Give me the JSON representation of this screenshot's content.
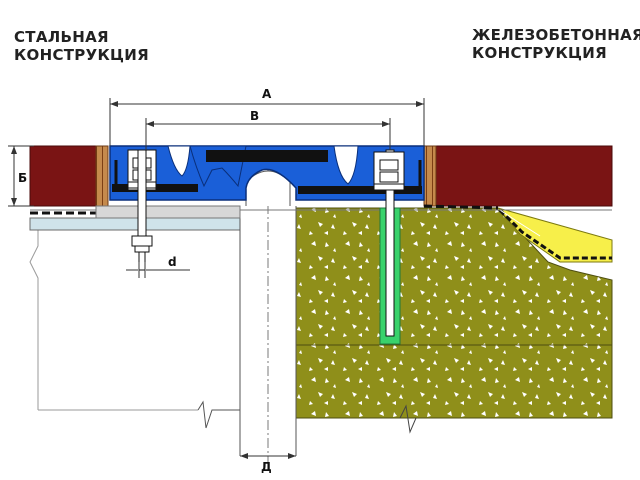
{
  "titles": {
    "steel_line1": "СТАЛЬНАЯ",
    "steel_line2": "КОНСТРУКЦИЯ",
    "concrete_line1": "ЖЕЛЕЗОБЕТОННАЯ",
    "concrete_line2": "КОНСТРУКЦИЯ"
  },
  "dimensions": {
    "A": "A",
    "B": "B",
    "height_b": "Б",
    "d": "d",
    "D": "Д"
  },
  "colors": {
    "asphalt": "#7a1414",
    "rubber_seal": "#1a5fd8",
    "concrete": "#8f8f1a",
    "steel_plate": "#cfe3ea",
    "insulation": "#f7ef4a",
    "anchor": "#39d26c",
    "edge_strip": "#b8733a"
  }
}
